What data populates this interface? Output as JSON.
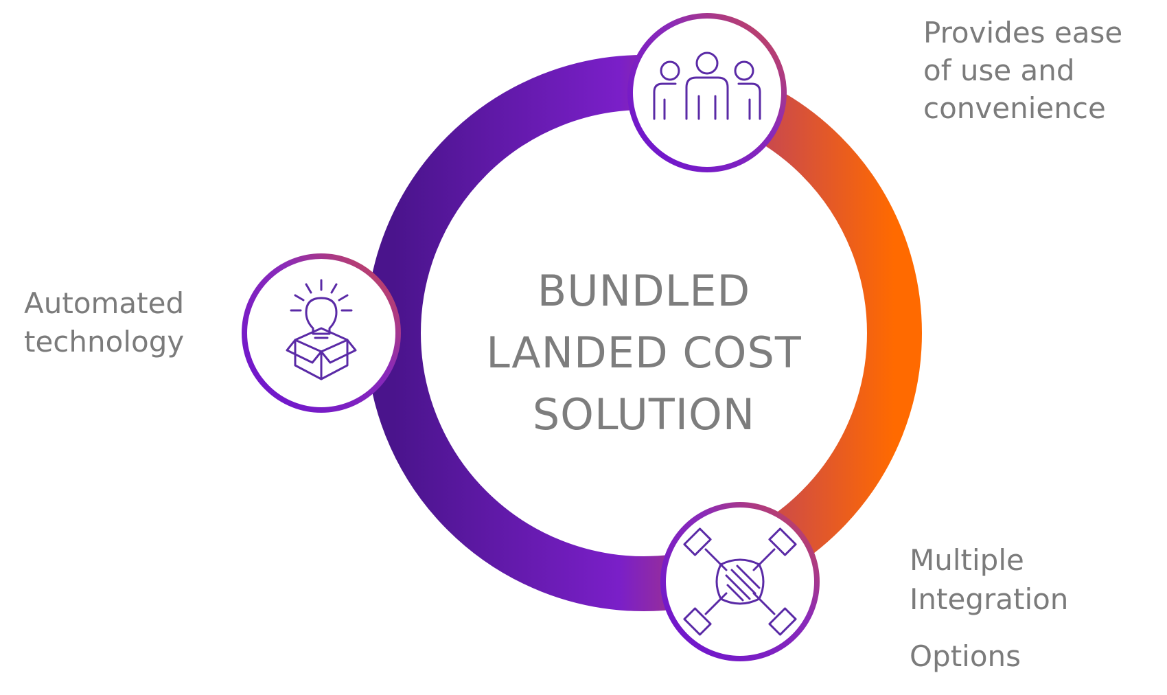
{
  "center": {
    "line1": "BUNDLED",
    "line2": "LANDED COST",
    "line3": "SOLUTION"
  },
  "labels": {
    "top_right": [
      "Provides ease",
      "of use and",
      "convenience"
    ],
    "left": [
      "Automated",
      "technology"
    ],
    "bottom_right": [
      "Multiple",
      "Integration",
      "Options"
    ]
  },
  "icons": {
    "top": "people-group-icon",
    "left": "lightbulb-box-icon",
    "bottom": "handshake-icon"
  },
  "colors": {
    "ring_purple": "#5f1aa8",
    "ring_orange": "#ff6a00",
    "icon_stroke": "#5a2aa6",
    "text_gray": "#7b7b7b"
  }
}
